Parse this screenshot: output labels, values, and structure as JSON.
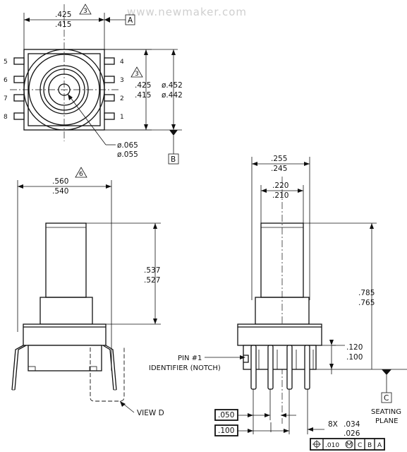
{
  "watermark": "www.newmaker.com",
  "datums": {
    "a": "A",
    "b": "B",
    "c": "C"
  },
  "top_view": {
    "width_max": ".425",
    "width_min": ".415",
    "width_note": "3",
    "height_max": ".425",
    "height_min": ".415",
    "height_note": "3",
    "dia_max": "ø.452",
    "dia_min": "ø.442",
    "hole_max": "ø.065",
    "hole_min": "ø.055",
    "pins_left": [
      "5",
      "6",
      "7",
      "8"
    ],
    "pins_right": [
      "4",
      "3",
      "2",
      "1"
    ]
  },
  "side_view": {
    "width_max": ".560",
    "width_min": ".540",
    "width_note": "6",
    "port_max": ".537",
    "port_min": ".527",
    "view_label": "VIEW D"
  },
  "front_view": {
    "outer_max": ".255",
    "outer_min": ".245",
    "inner_max": ".220",
    "inner_min": ".210",
    "height_max": ".785",
    "height_min": ".765",
    "standoff_max": ".120",
    "standoff_min": ".100",
    "pin_note_1": "PIN #1",
    "pin_note_2": "IDENTIFIER (NOTCH)",
    "seating_1": "SEATING",
    "seating_2": "PLANE",
    "basic_1": ".050",
    "basic_2": ".100",
    "lead_qty": "8X",
    "lead_max": ".034",
    "lead_min": ".026"
  },
  "fcf": {
    "tolerance": ".010",
    "datum_1": "C",
    "datum_2": "B",
    "datum_3": "A"
  }
}
